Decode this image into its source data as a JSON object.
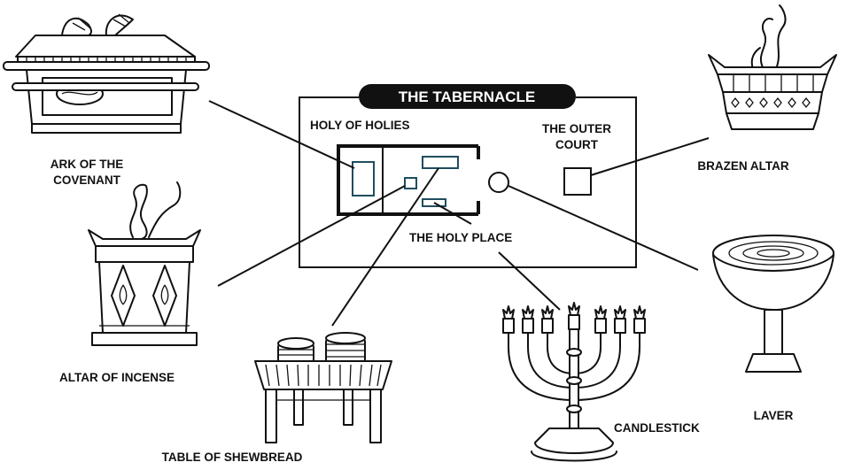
{
  "title": "THE TABERNACLE",
  "plan_labels": {
    "holy_of_holies": "HOLY OF HOLIES",
    "outer_court": [
      "THE OUTER",
      "COURT"
    ],
    "holy_place": "THE HOLY PLACE"
  },
  "items": {
    "ark": [
      "ARK OF THE",
      "COVENANT"
    ],
    "altar_incense": "ALTAR OF INCENSE",
    "table_shewbread": "TABLE OF SHEWBREAD",
    "candlestick": "CANDLESTICK",
    "laver": "LAVER",
    "brazen_altar": "BRAZEN ALTAR"
  },
  "colors": {
    "ink": "#111111",
    "plan_accent": "#1f4e5f",
    "background": "#ffffff"
  }
}
